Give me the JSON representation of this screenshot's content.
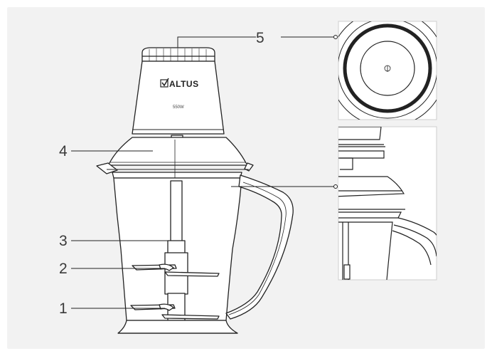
{
  "brand": "ALTUS",
  "wattage": "550W",
  "callouts": [
    {
      "id": "5",
      "label": "5"
    },
    {
      "id": "4",
      "label": "4"
    },
    {
      "id": "3",
      "label": "3"
    },
    {
      "id": "2",
      "label": "2"
    },
    {
      "id": "1",
      "label": "1"
    }
  ],
  "colors": {
    "frame": "#f2f2f2",
    "line": "#222222",
    "text": "#3a3a3a"
  }
}
